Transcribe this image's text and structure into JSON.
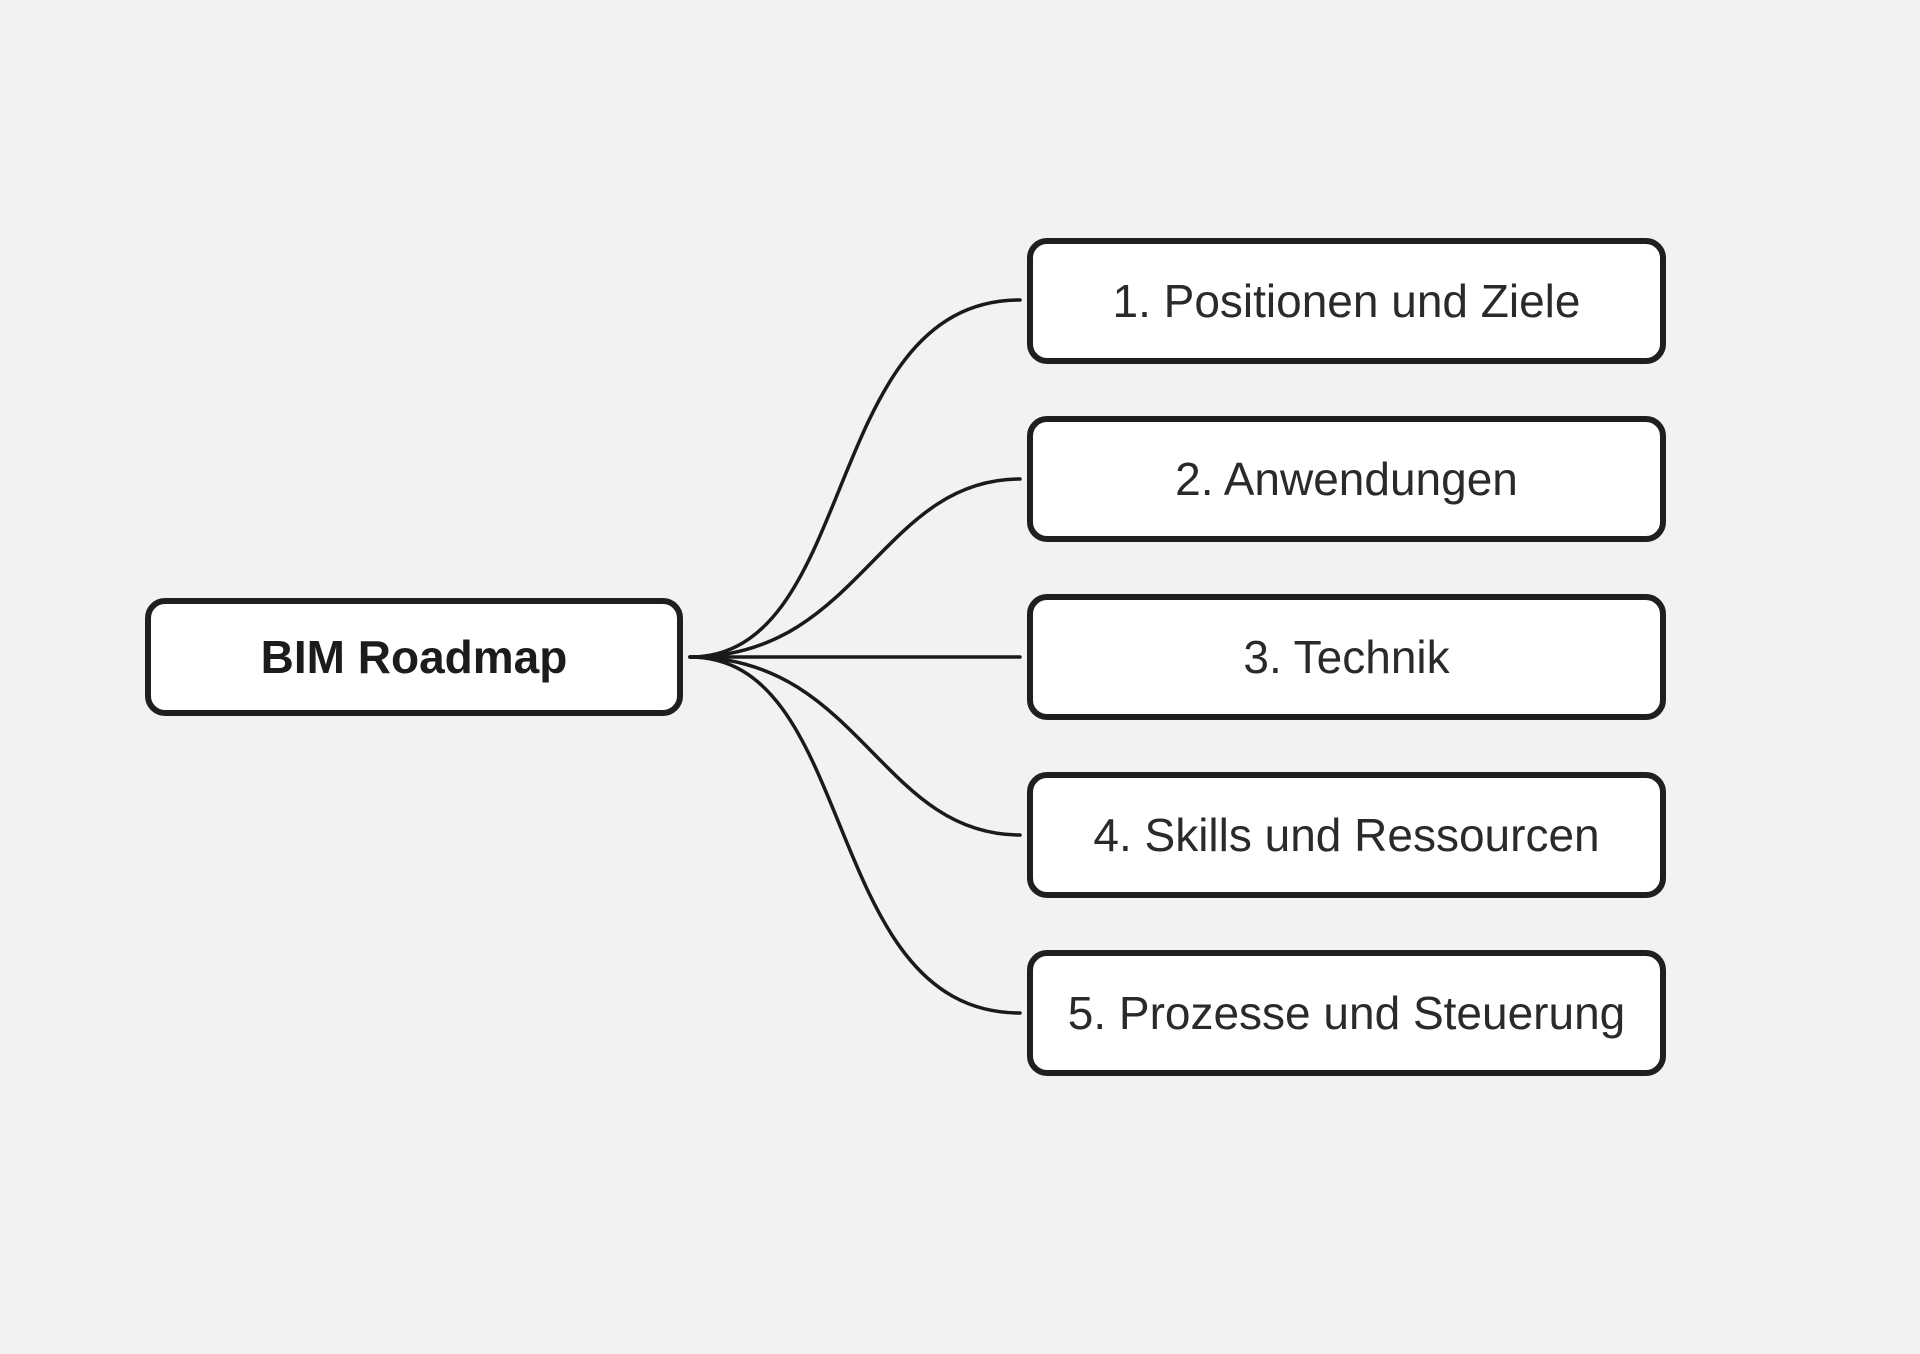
{
  "diagram": {
    "root": {
      "label": "BIM Roadmap"
    },
    "children": [
      {
        "label": "1. Positionen und Ziele"
      },
      {
        "label": "2. Anwendungen"
      },
      {
        "label": "3. Technik"
      },
      {
        "label": "4. Skills und Ressourcen"
      },
      {
        "label": "5. Prozesse und Steuerung"
      }
    ]
  },
  "colors": {
    "background": "#f2f2f2",
    "node_fill": "#ffffff",
    "node_border": "#1f1f1f",
    "connector": "#1a1a1a",
    "text": "#2a2a2a"
  }
}
